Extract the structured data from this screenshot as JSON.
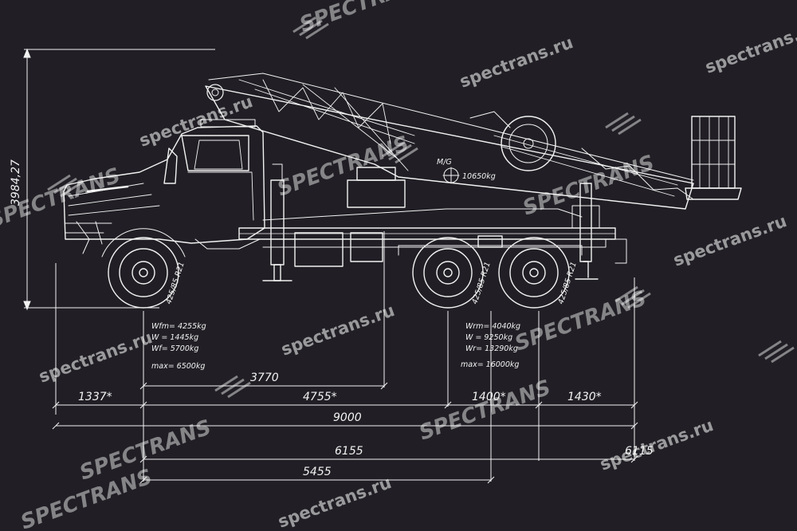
{
  "colors": {
    "background": "#211f25",
    "line": "#f2f2f2",
    "watermark": "#ffffff"
  },
  "dimensions": {
    "height": "3984,27",
    "d1337": "1337*",
    "d4755": "4755*",
    "d1400": "1400*",
    "d1430": "1430*",
    "d3770": "3770",
    "d9000": "9000",
    "d6155": "6155",
    "d5455": "5455",
    "d6115": "6115"
  },
  "front_axle": {
    "wfm": "Wfm= 4255kg",
    "w": "W  =  1445kg",
    "wf": "Wf= 5700kg",
    "max": "max= 6500kg"
  },
  "rear_axle": {
    "wrm": "Wrm= 4040kg",
    "w": "W  =  9250kg",
    "wr": "Wr= 13290kg",
    "max": "max= 16000kg"
  },
  "center_of_gravity": {
    "label": "M/G",
    "value": "10650kg"
  },
  "tyre_label": "425/85 R21",
  "watermark": {
    "site": "spectrans.ru",
    "logo": "SPECTRANS"
  }
}
